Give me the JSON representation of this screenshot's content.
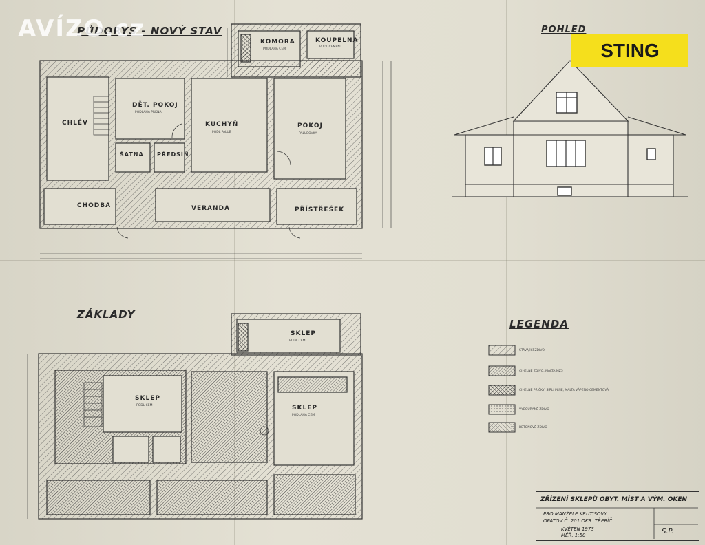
{
  "watermark": "AVÍZO.cz",
  "badge": "STING",
  "titles": {
    "floor_plan": "PŮDORYS - NOVÝ STAV",
    "elevation": "POHLED",
    "foundations": "ZÁKLADY",
    "legend": "LEGENDA"
  },
  "rooms_floor": {
    "komora": "KOMORA",
    "komora_sub": "PODLAHA CEM",
    "koupelna": "KOUPELNA",
    "koupelna_sub": "PODL CEMENT",
    "det_pokoj": "DĚT. POKOJ",
    "det_pokoj_sub": "PODLAHA PRKNA",
    "kuchyn": "KUCHYŇ",
    "kuchyn_sub": "PODL PALUB",
    "pokoj": "POKOJ",
    "pokoj_sub": "PALUBOVKA",
    "chlev": "CHLÉV",
    "satna": "ŠATNA",
    "predsin": "PŘEDSÍŇ",
    "chodba": "CHODBA",
    "veranda": "VERANDA",
    "pristresek": "PŘÍSTŘEŠEK"
  },
  "rooms_foundation": {
    "sklep_top": "SKLEP",
    "sklep_top_sub": "PODL CEM",
    "sklep_left": "SKLEP",
    "sklep_left_sub": "PODL CEM",
    "sklep_right": "SKLEP",
    "sklep_right_sub": "PODLAHA CEM"
  },
  "legend_items": [
    {
      "label": "STÁVAJÍCÍ ZDIVO",
      "fill": "hatch-diag"
    },
    {
      "label": "CIHELNÉ ZDIVO, MALTA MZ5",
      "fill": "hatch-dense"
    },
    {
      "label": "CIHELNÉ PŘÍČKY, SIRLI PLNÉ, MALTA VÁPENO CEMENTOVÁ",
      "fill": "hatch-cross"
    },
    {
      "label": "VYBOURANÉ ZDIVO",
      "fill": "dots"
    },
    {
      "label": "BETONOVÉ ZDIVO",
      "fill": "concrete"
    }
  ],
  "title_block": {
    "line1": "ZŘÍZENÍ SKLEPŮ OBYT. MÍST A VÝM. OKEN",
    "line2": "PRO MANŽELE KRUTIŠOVY",
    "line3": "OPATOV Č. 201 OKR. TŘEBÍČ",
    "date": "KVĚTEN 1973",
    "scale": "MĚŘ. 1:50",
    "initials": "S.P."
  },
  "colors": {
    "paper": "#e2dfd2",
    "ink": "#2a2a2a",
    "badge": "#f5df1c"
  }
}
